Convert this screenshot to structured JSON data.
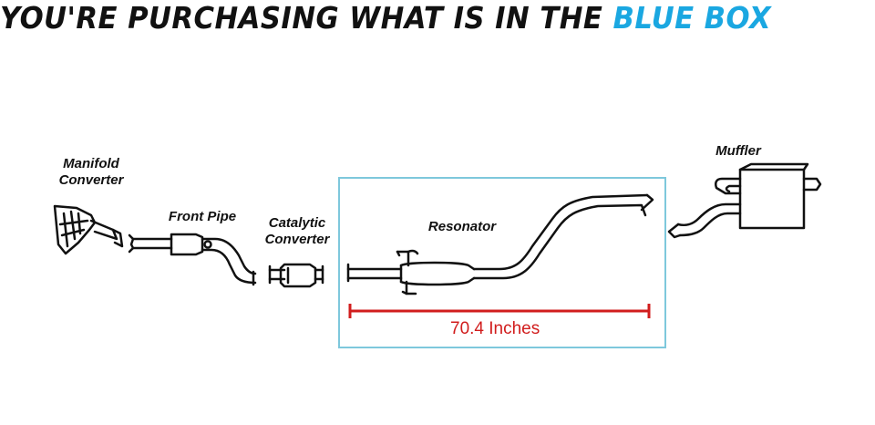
{
  "header": {
    "prefix": "YOU'RE PURCHASING WHAT IS IN THE ",
    "highlight": "BLUE BOX"
  },
  "labels": {
    "manifold": [
      "Manifold",
      "Converter"
    ],
    "front_pipe": "Front Pipe",
    "catalytic": [
      "Catalytic",
      "Converter"
    ],
    "resonator": "Resonator",
    "muffler": "Muffler"
  },
  "measurement": {
    "text": "70.4 Inches"
  },
  "colors": {
    "highlight_blue": "#1aa7e1",
    "box_border": "#7ec8dc",
    "measure_red": "#d11d1d",
    "line": "#111111"
  }
}
